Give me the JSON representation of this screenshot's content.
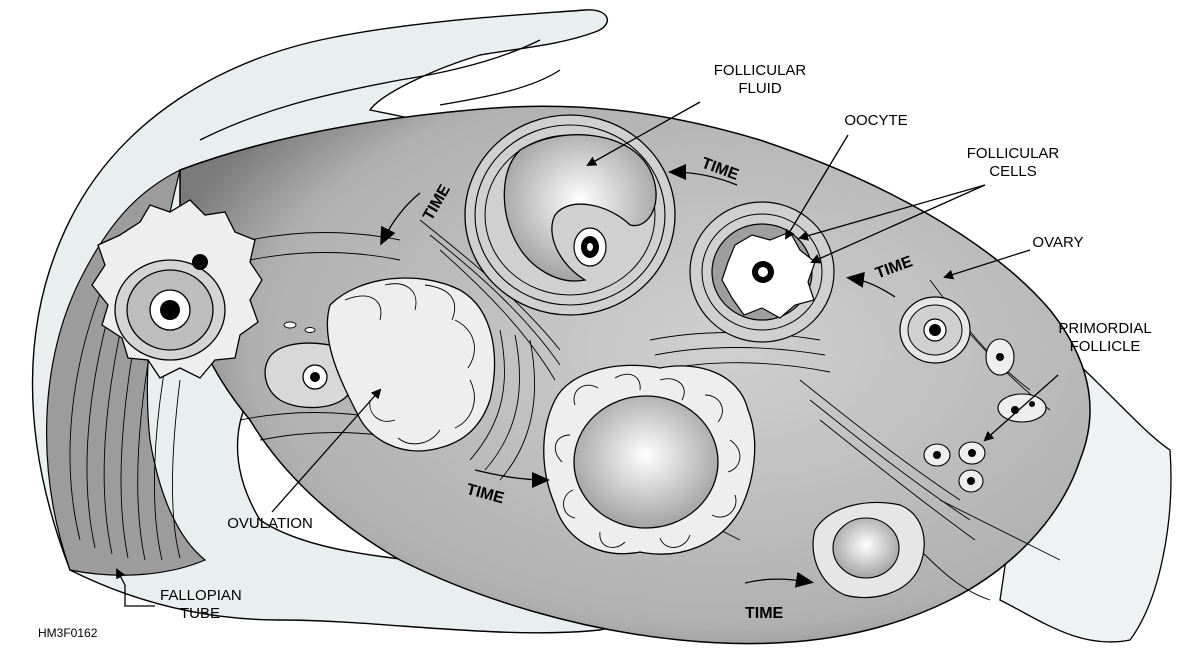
{
  "labels": {
    "follicular_fluid_1": "FOLLICULAR",
    "follicular_fluid_2": "FLUID",
    "oocyte": "OOCYTE",
    "follicular_cells_1": "FOLLICULAR",
    "follicular_cells_2": "CELLS",
    "ovary": "OVARY",
    "primordial_follicle_1": "PRIMORDIAL",
    "primordial_follicle_2": "FOLLICLE",
    "ovulation": "OVULATION",
    "fallopian_tube_1": "FALLOPIAN",
    "fallopian_tube_2": "TUBE"
  },
  "time_labels": [
    "TIME",
    "TIME",
    "TIME",
    "TIME",
    "TIME"
  ],
  "figure_code": "HM3F0162",
  "colors": {
    "ovary_fill": "#bdbdbd",
    "tube_fill": "#e8eeee",
    "cell_fill": "#ececec",
    "ink": "#000000"
  }
}
